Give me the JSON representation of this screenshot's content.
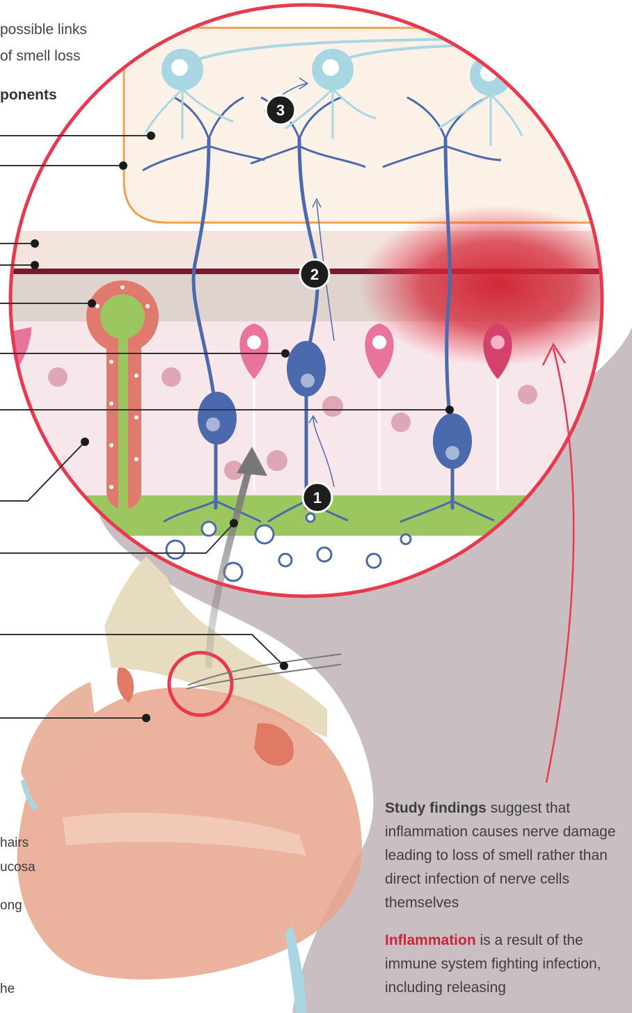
{
  "intro": {
    "line1": "possible links",
    "line2": "of smell loss",
    "components_heading": "ponents"
  },
  "markers": {
    "step1": "1",
    "step2": "2",
    "step3": "3"
  },
  "left_notes": {
    "line1": "hairs",
    "line2": "ucosa",
    "line3": "ong",
    "line4": "he"
  },
  "findings": {
    "study_lead": "Study findings",
    "study_text": "suggest that inflammation causes nerve damage leading to loss of smell rather than direct infection of nerve cells themselves",
    "inflammation_lead": "Inflammation",
    "inflammation_text": "is a result of the immune system fighting infection, including releasing"
  },
  "colors": {
    "circle_ring": "#e8394f",
    "neuron": "#4a6aad",
    "bulb_neuron": "#a8d6e3",
    "orange_outline": "#f0a04b",
    "green_layer": "#9cc65f",
    "inflammation": "#d21f2f",
    "dark_band": "#7b1730",
    "head_shadow": "#c9bfc3",
    "skin": "#e8a48c"
  },
  "icons": [
    "arrow-up-icon",
    "pointer-arrow-icon",
    "leader-dot-icon"
  ]
}
